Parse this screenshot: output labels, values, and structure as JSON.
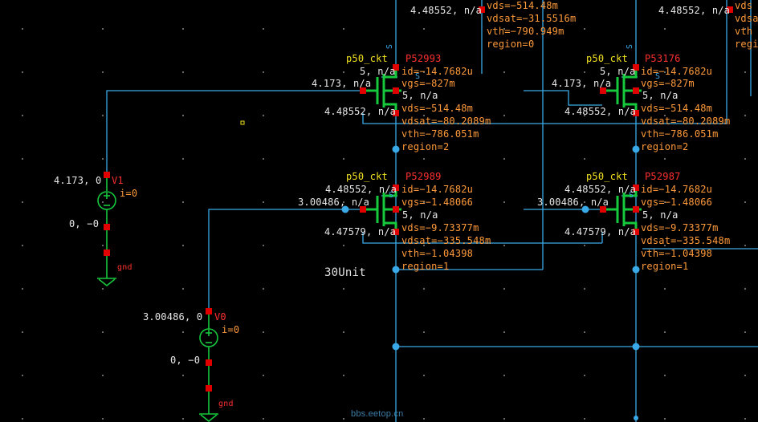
{
  "colors": {
    "background": "#000000",
    "wire": "#39a9e8",
    "device": "#16c83c",
    "terminal": "#e00000",
    "annotation": "#ff9a3a",
    "label": "#e8e8e8",
    "instance_name": "#f2e020"
  },
  "top_fragments": {
    "left": {
      "node": "4.48552, n/a",
      "vds": "vds=−514.48m",
      "vdsat": "vdsat=−31.5516m",
      "vth": "vth=−790.949m",
      "region": "region=0"
    },
    "right": {
      "node": "4.48552, n/a",
      "vds": "vds",
      "vdsat": "vdsat",
      "vth": "vth",
      "region": "regi"
    }
  },
  "transistors": [
    {
      "model": "p50_ckt",
      "instance": "P52993",
      "bulk": "5, n/a",
      "gate": "4.173, n/a",
      "source": "5, n/a",
      "drain": "4.48552, n/a",
      "id": "id=−14.7682u",
      "vgs": "vgs=−827m",
      "vds": "vds=−514.48m",
      "vdsat": "vdsat=−80.2089m",
      "vth": "vth=−786.051m",
      "region": "region=2"
    },
    {
      "model": "p50_ckt",
      "instance": "P53176",
      "bulk": "5, n/a",
      "gate": "4.173, n/a",
      "source": "5, n/a",
      "drain": "4.48552, n/a",
      "id": "id=−14.7682u",
      "vgs": "vgs=−827m",
      "vds": "vds=−514.48m",
      "vdsat": "vdsat=−80.2089m",
      "vth": "vth=−786.051m",
      "region": "region=2"
    },
    {
      "model": "p50_ckt",
      "instance": "P52989",
      "bulk": "4.48552, n/a",
      "gate": "3.00486, n/a",
      "source": "5, n/a",
      "drain": "4.47579, n/a",
      "id": "id=−14.7682u",
      "vgs": "vgs=−1.48066",
      "vds": "vds=−9.73377m",
      "vdsat": "vdsat=−335.548m",
      "vth": "vth=−1.04398",
      "region": "region=1"
    },
    {
      "model": "p50_ckt",
      "instance": "P52987",
      "bulk": "4.48552, n/a",
      "gate": "3.00486, n/a",
      "source": "5, n/a",
      "drain": "4.47579, n/a",
      "id": "id=−14.7682u",
      "vgs": "vgs=−1.48066",
      "vds": "vds=−9.73377m",
      "vdsat": "vdsat=−335.548m",
      "vth": "vth=−1.04398",
      "region": "region=1"
    }
  ],
  "sources": [
    {
      "name": "V1",
      "top": "4.173, 0",
      "current": "i=0",
      "bottom": "0, −0",
      "gnd": "gnd"
    },
    {
      "name": "V0",
      "top": "3.00486, 0",
      "current": "i=0",
      "bottom": "0, −0",
      "gnd": "gnd"
    }
  ],
  "pin_labels": {
    "s": "S"
  },
  "unit_label": "30Unit",
  "watermark": "bbs.eetop.cn"
}
